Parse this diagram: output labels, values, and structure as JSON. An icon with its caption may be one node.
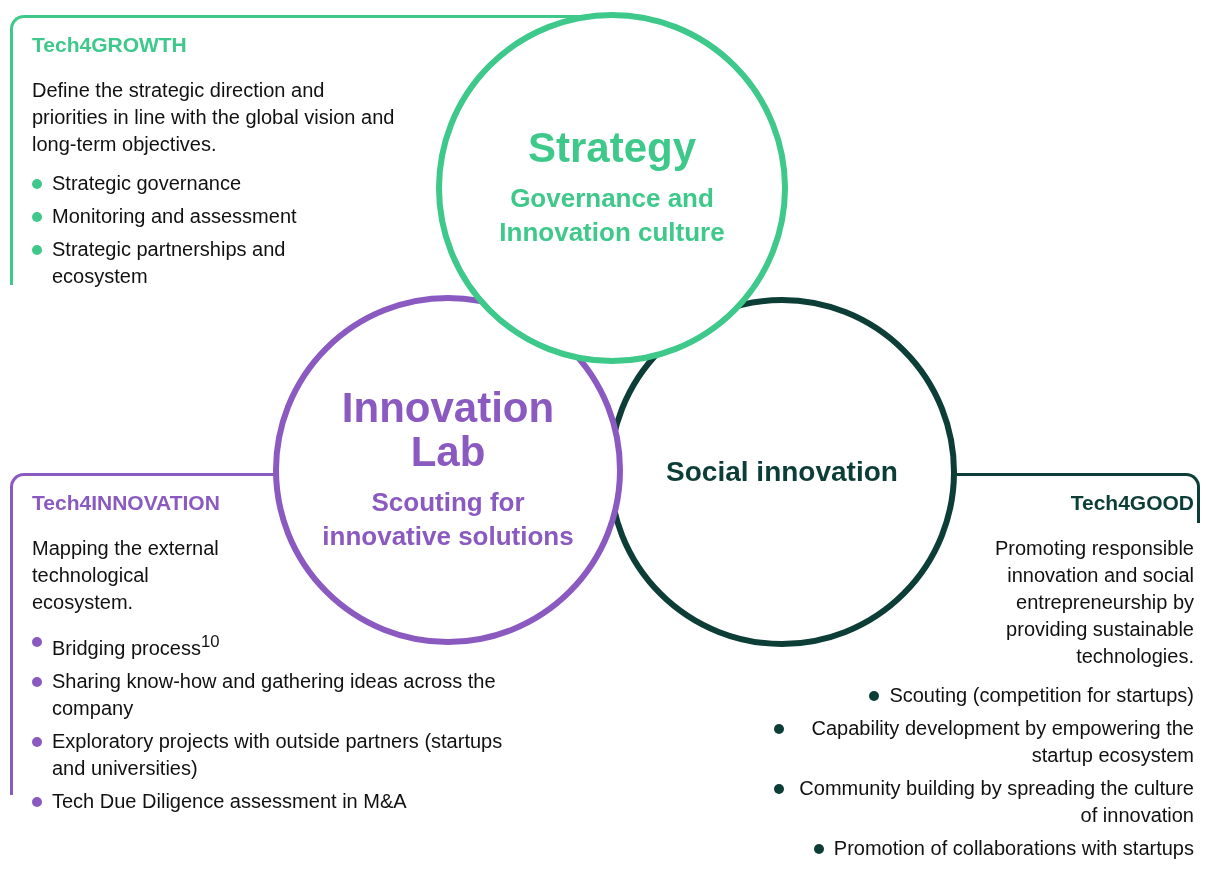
{
  "diagram": {
    "nodes": [
      {
        "text": [
          "Tech4GROWTH",
          "Define the strategic direction and priorities in line with the global vision and long-term objectives.",
          "Strategic governance",
          "Monitoring and assessment",
          "Strategic partnerships and ecosystem"
        ]
      },
      {
        "text": [
          "Strategy",
          "Governance and Innovation culture"
        ]
      },
      {
        "text": [
          "Innovation Lab",
          "Scouting for innovative solutions"
        ]
      },
      {
        "text": [
          "Social innovation"
        ]
      },
      {
        "text": [
          "Tech4INNOVATION",
          "Mapping the external technological ecosystem.",
          "Bridging process$^{10}$",
          "Sharing know-how and gathering ideas across the company",
          "Exploratory projects with outside partners (startups and universities)",
          "Tech Due Diligence assessment in M&A"
        ]
      },
      {
        "text": [
          "Tech4GOOD",
          "Promoting responsible innovation and social entrepreneurship by providing sustainable technologies.",
          "Scouting (competition for startups)",
          "Capability development by empowering the startup ecosystem",
          "Community building by spreading the culture of innovation",
          "Promotion of collaborations with startups"
        ]
      }
    ],
    "edges": []
  }
}
